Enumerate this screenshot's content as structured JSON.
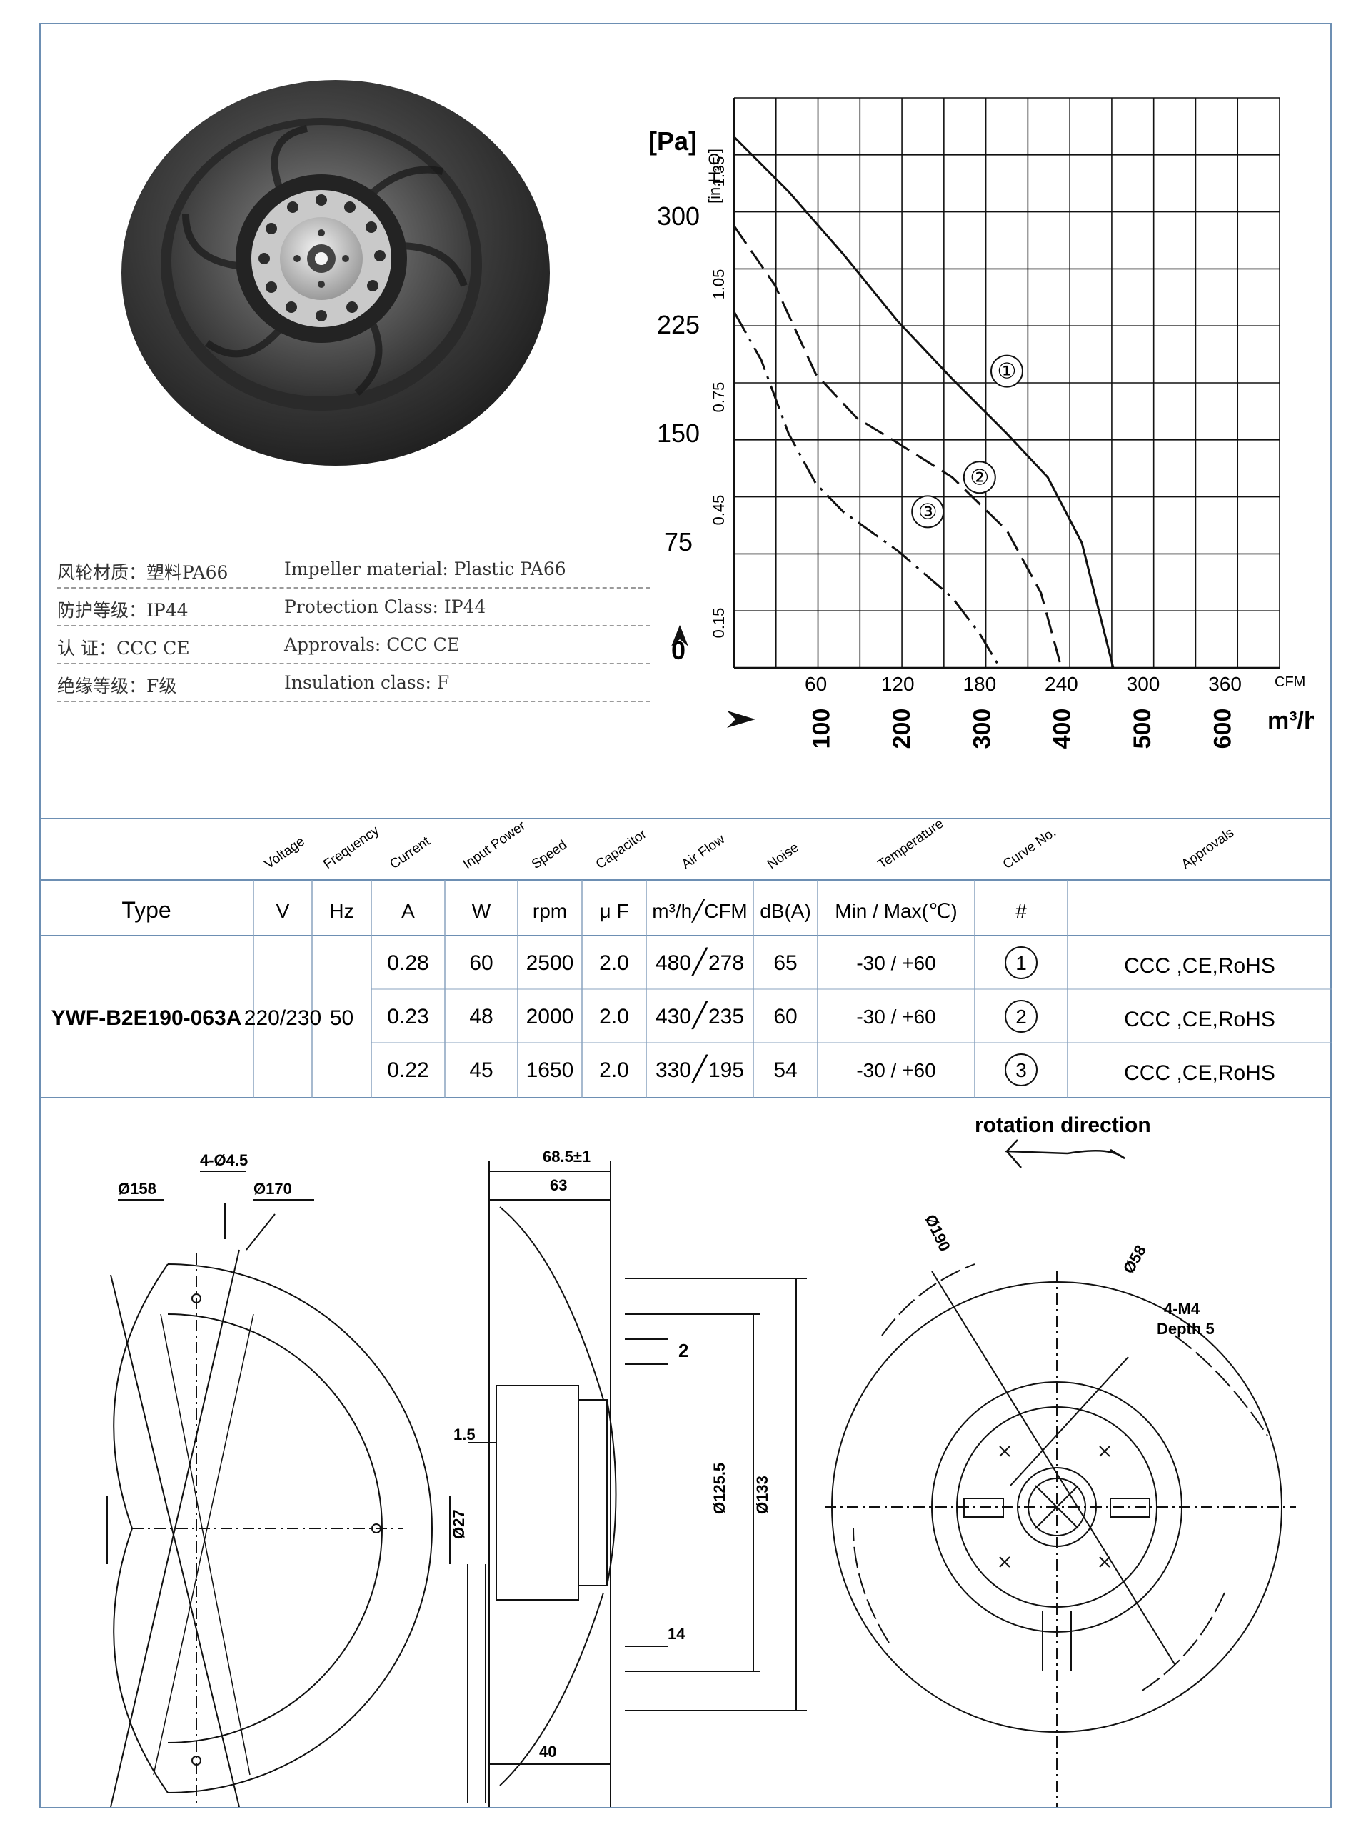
{
  "specs": [
    {
      "zh": "风轮材质：塑料PA66",
      "en": "Impeller material:  Plastic PA66"
    },
    {
      "zh": "防护等级：IP44",
      "en": "Protection Class: IP44"
    },
    {
      "zh": "认    证：CCC CE",
      "en": "Approvals: CCC  CE"
    },
    {
      "zh": "绝缘等级：F级",
      "en": "Insulation class: F"
    }
  ],
  "chart_data": {
    "type": "line",
    "y_unit_left": "[Pa]",
    "y_unit_inner": "[in.H₂O]",
    "y_ticks_pa": [
      "300",
      "225",
      "150",
      "75",
      "0"
    ],
    "y_ticks_inh2o": [
      "1.35",
      "1.05",
      "0.75",
      "0.45",
      "0.15"
    ],
    "x_ticks_cfm": [
      "60",
      "120",
      "180",
      "240",
      "300",
      "360"
    ],
    "x_unit_cfm": "CFM",
    "x_ticks_m3h": [
      "100",
      "200",
      "300",
      "400",
      "500",
      "600"
    ],
    "x_unit_m3h": "m³/h",
    "xlim_cfm": [
      0,
      400
    ],
    "ylim_pa": [
      0,
      365
    ],
    "grid": true,
    "series": [
      {
        "name": "①",
        "x_cfm": [
          0,
          40,
          80,
          120,
          160,
          200,
          230,
          255,
          278
        ],
        "y_pa": [
          340,
          305,
          265,
          222,
          185,
          150,
          122,
          80,
          0
        ]
      },
      {
        "name": "②",
        "x_cfm": [
          0,
          30,
          60,
          90,
          120,
          160,
          200,
          225,
          240
        ],
        "y_pa": [
          283,
          245,
          188,
          160,
          144,
          122,
          88,
          48,
          0
        ]
      },
      {
        "name": "③",
        "x_cfm": [
          0,
          20,
          40,
          60,
          80,
          120,
          160,
          180,
          195
        ],
        "y_pa": [
          228,
          197,
          150,
          118,
          100,
          75,
          45,
          22,
          0
        ]
      }
    ]
  },
  "table": {
    "headers": [
      "Voltage",
      "Frequency",
      "Current",
      "Input Power",
      "Speed",
      "Capacitor",
      "Air Flow",
      "Noise",
      "Temperature",
      "Curve No.",
      "Approvals"
    ],
    "type_label": "Type",
    "units": [
      "V",
      "Hz",
      "A",
      "W",
      "rpm",
      "μ F",
      "m³/h╱CFM",
      "dB(A)",
      "Min / Max(℃)",
      "#"
    ],
    "model": "YWF-B2E190-063A",
    "voltage": "220/230",
    "frequency": "50",
    "rows": [
      {
        "current": "0.28",
        "power": "60",
        "speed": "2500",
        "cap": "2.0",
        "flow_m3h": "480",
        "flow_cfm": "278",
        "noise": "65",
        "temp": "-30 / +60",
        "curve": "1",
        "approvals": "CCC ,CE,RoHS"
      },
      {
        "current": "0.23",
        "power": "48",
        "speed": "2000",
        "cap": "2.0",
        "flow_m3h": "430",
        "flow_cfm": "235",
        "noise": "60",
        "temp": "-30 / +60",
        "curve": "2",
        "approvals": "CCC ,CE,RoHS"
      },
      {
        "current": "0.22",
        "power": "45",
        "speed": "1650",
        "cap": "2.0",
        "flow_m3h": "330",
        "flow_cfm": "195",
        "noise": "54",
        "temp": "-30 / +60",
        "curve": "3",
        "approvals": "CCC ,CE,RoHS"
      }
    ]
  },
  "drawing": {
    "rotation_title": "rotation direction",
    "dim_d158": "Ø158",
    "dim_holes": "4-Ø4.5",
    "dim_d170": "Ø170",
    "dim_685": "68.5±1",
    "dim_63": "63",
    "dim_2": "2",
    "dim_15": "1.5",
    "dim_d27": "Ø27",
    "dim_d1255": "Ø125.5",
    "dim_d133": "Ø133",
    "dim_14": "14",
    "dim_40": "40",
    "dim_d190": "Ø190",
    "dim_d58": "Ø58",
    "dim_m4": "4-M4",
    "dim_depth": "Depth 5"
  },
  "colors": {
    "frame": "#6d8fb3",
    "rule": "#8aa3bf",
    "ink": "#111111"
  }
}
